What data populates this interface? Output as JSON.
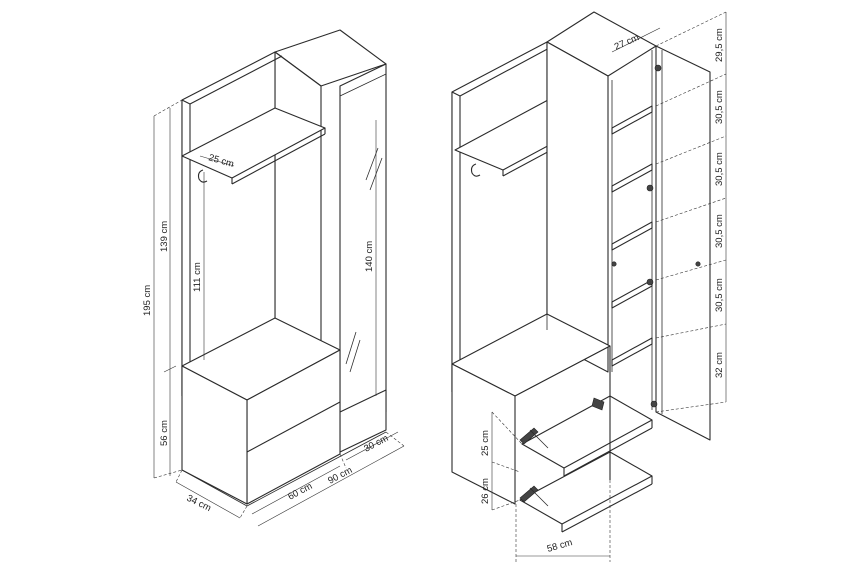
{
  "left_view": {
    "dims": {
      "shelf_depth": "25 cm",
      "hanging_height": "111 cm",
      "upper_height": "139 cm",
      "total_height": "195 cm",
      "mirror_height": "140 cm",
      "base_height": "56 cm",
      "depth": "34 cm",
      "bench_width": "60 cm",
      "total_width": "90 cm",
      "cabinet_width": "30 cm"
    }
  },
  "right_view": {
    "dims": {
      "cabinet_depth": "27 cm",
      "compartment_1": "29,5 cm",
      "compartment_2": "30,5 cm",
      "compartment_3": "30,5 cm",
      "compartment_4": "30,5 cm",
      "compartment_5": "30,5 cm",
      "compartment_6": "32 cm",
      "drawer_upper": "25 cm",
      "drawer_lower": "26 cm",
      "drawer_width": "58 cm"
    }
  }
}
